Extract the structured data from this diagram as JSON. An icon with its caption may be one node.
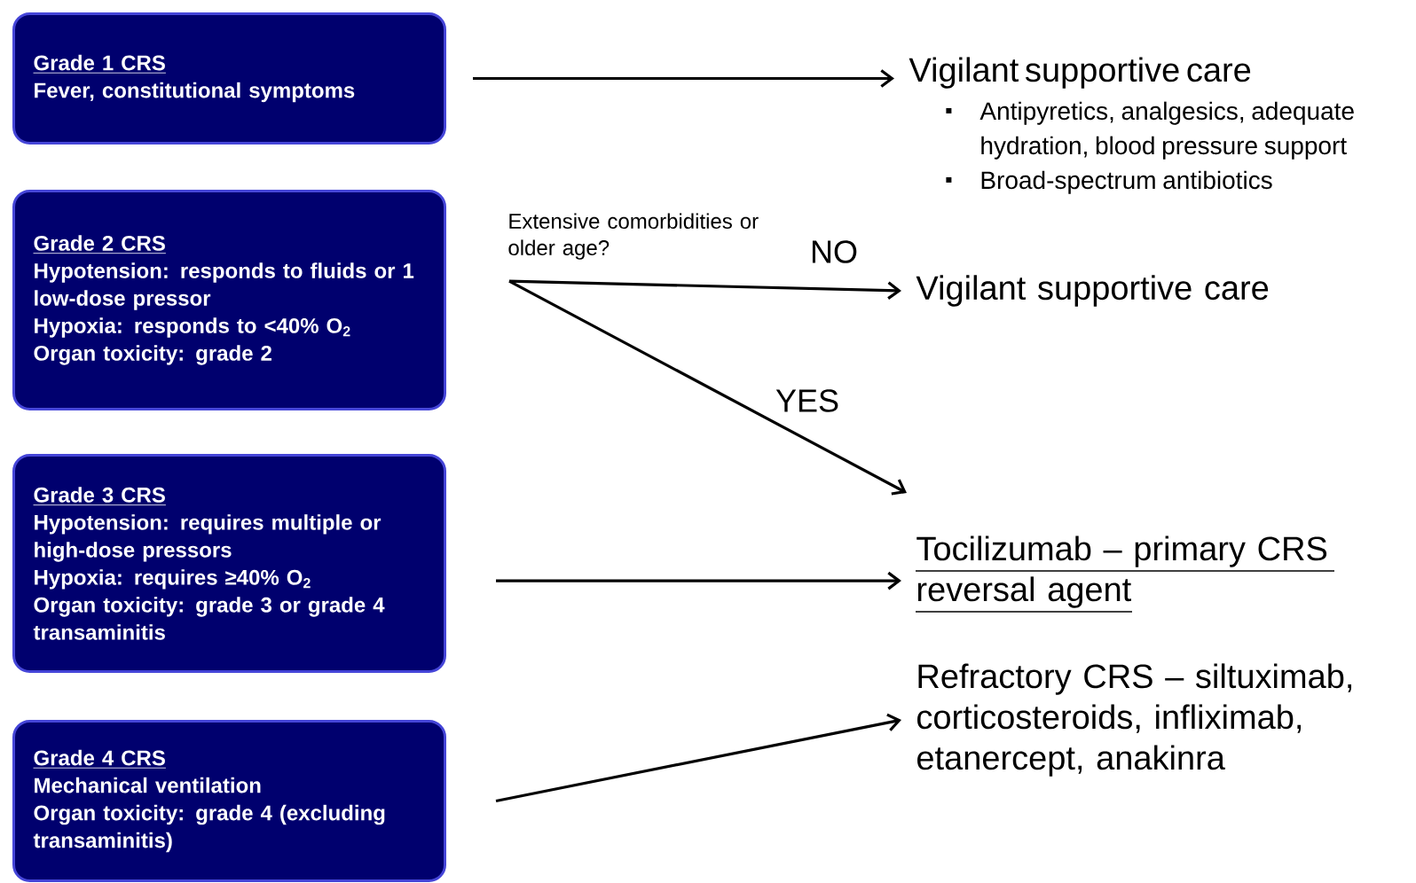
{
  "diagram": {
    "nodes": [
      {
        "text": [
          "Grade 1 CRS",
          "Fever, constitutional symptoms"
        ]
      },
      {
        "text": [
          "Vigilant supportive care",
          "Antipyretics, analgesics, adequate hydration, blood pressure support",
          "Broad-spectrum antibiotics"
        ]
      },
      {
        "text": [
          "Grade 2 CRS",
          "Hypotension: responds to fluids or 1 low-dose pressor",
          "Hypoxia: responds to <40% O$_{2}$",
          "Organ toxicity: grade 2"
        ]
      },
      {
        "text": [
          "Extensive comorbidities or older age?"
        ]
      },
      {
        "text": [
          "Vigilant supportive care"
        ]
      },
      {
        "text": [
          "Grade 3 CRS",
          "Hypotension: requires multiple or high-dose pressors",
          "Hypoxia: requires ≥40% O$_{2}$",
          "Organ toxicity: grade 3 or grade 4 transaminitis"
        ]
      },
      {
        "text": [
          "Tocilizumab – primary CRS reversal agent"
        ]
      },
      {
        "text": [
          "Grade 4 CRS",
          "Mechanical ventilation",
          "Organ toxicity: grade 4 (excluding transaminitis)"
        ]
      },
      {
        "text": [
          "Refractory CRS – siltuximab, corticosteroids, infliximab, etanercept, anakinra"
        ]
      }
    ],
    "edges": [
      {
        "from": 0,
        "to": 1,
        "arrow": "to"
      },
      {
        "from": 3,
        "to": 4,
        "arrow": "to",
        "label": "NO"
      },
      {
        "from": 3,
        "to": 6,
        "arrow": "to",
        "label": "YES"
      },
      {
        "from": 5,
        "to": 6,
        "arrow": "to"
      },
      {
        "from": 7,
        "to": 8,
        "arrow": "to"
      }
    ]
  }
}
